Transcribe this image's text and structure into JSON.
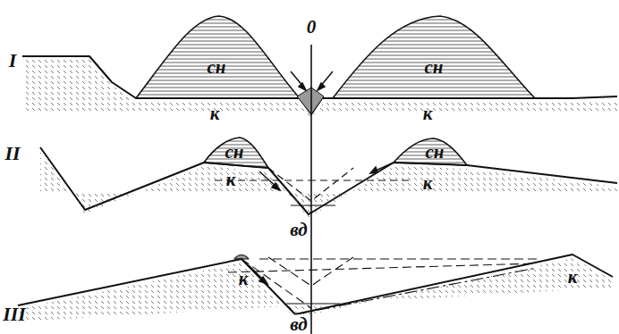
{
  "diagram": {
    "labels": [
      "I",
      "сн",
      "сн",
      "к",
      "к",
      "0",
      "II",
      "сн",
      "сн",
      "к",
      "к",
      "вд",
      "III",
      "к",
      "к",
      "вд"
    ]
  }
}
